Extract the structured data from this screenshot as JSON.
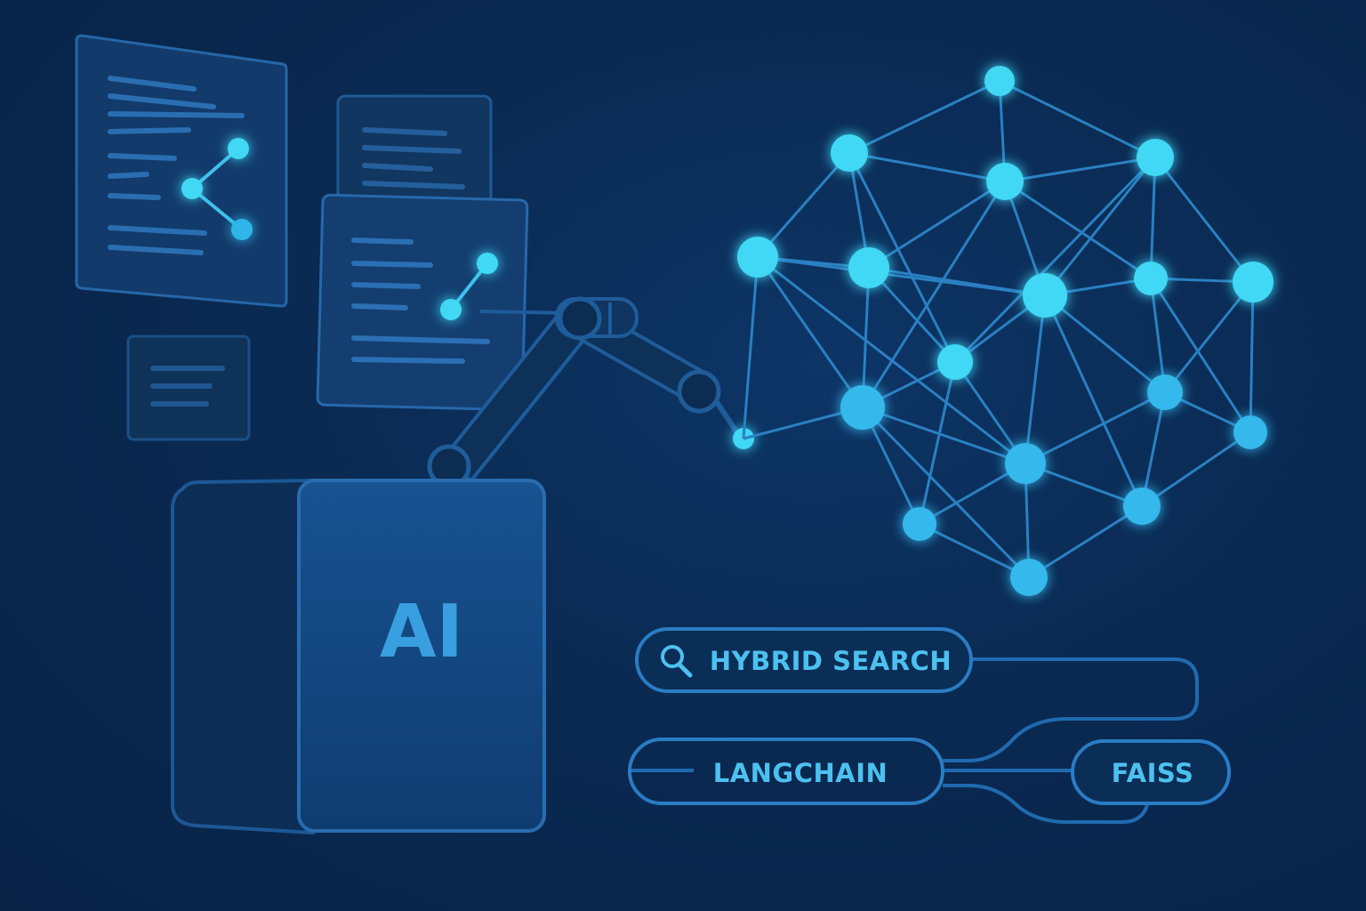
{
  "cube": {
    "label": "AI"
  },
  "tags": {
    "hybrid_search": {
      "label": "HYBRID SEARCH",
      "icon": "search-icon"
    },
    "langchain": {
      "label": "LANGCHAIN"
    },
    "faiss": {
      "label": "FAISS"
    }
  },
  "colors": {
    "background": "#0a2a52",
    "node": "#3fd8f5",
    "edge": "#2a80c2",
    "panel": "#123a6a",
    "text_accent": "#4cc1f0"
  }
}
